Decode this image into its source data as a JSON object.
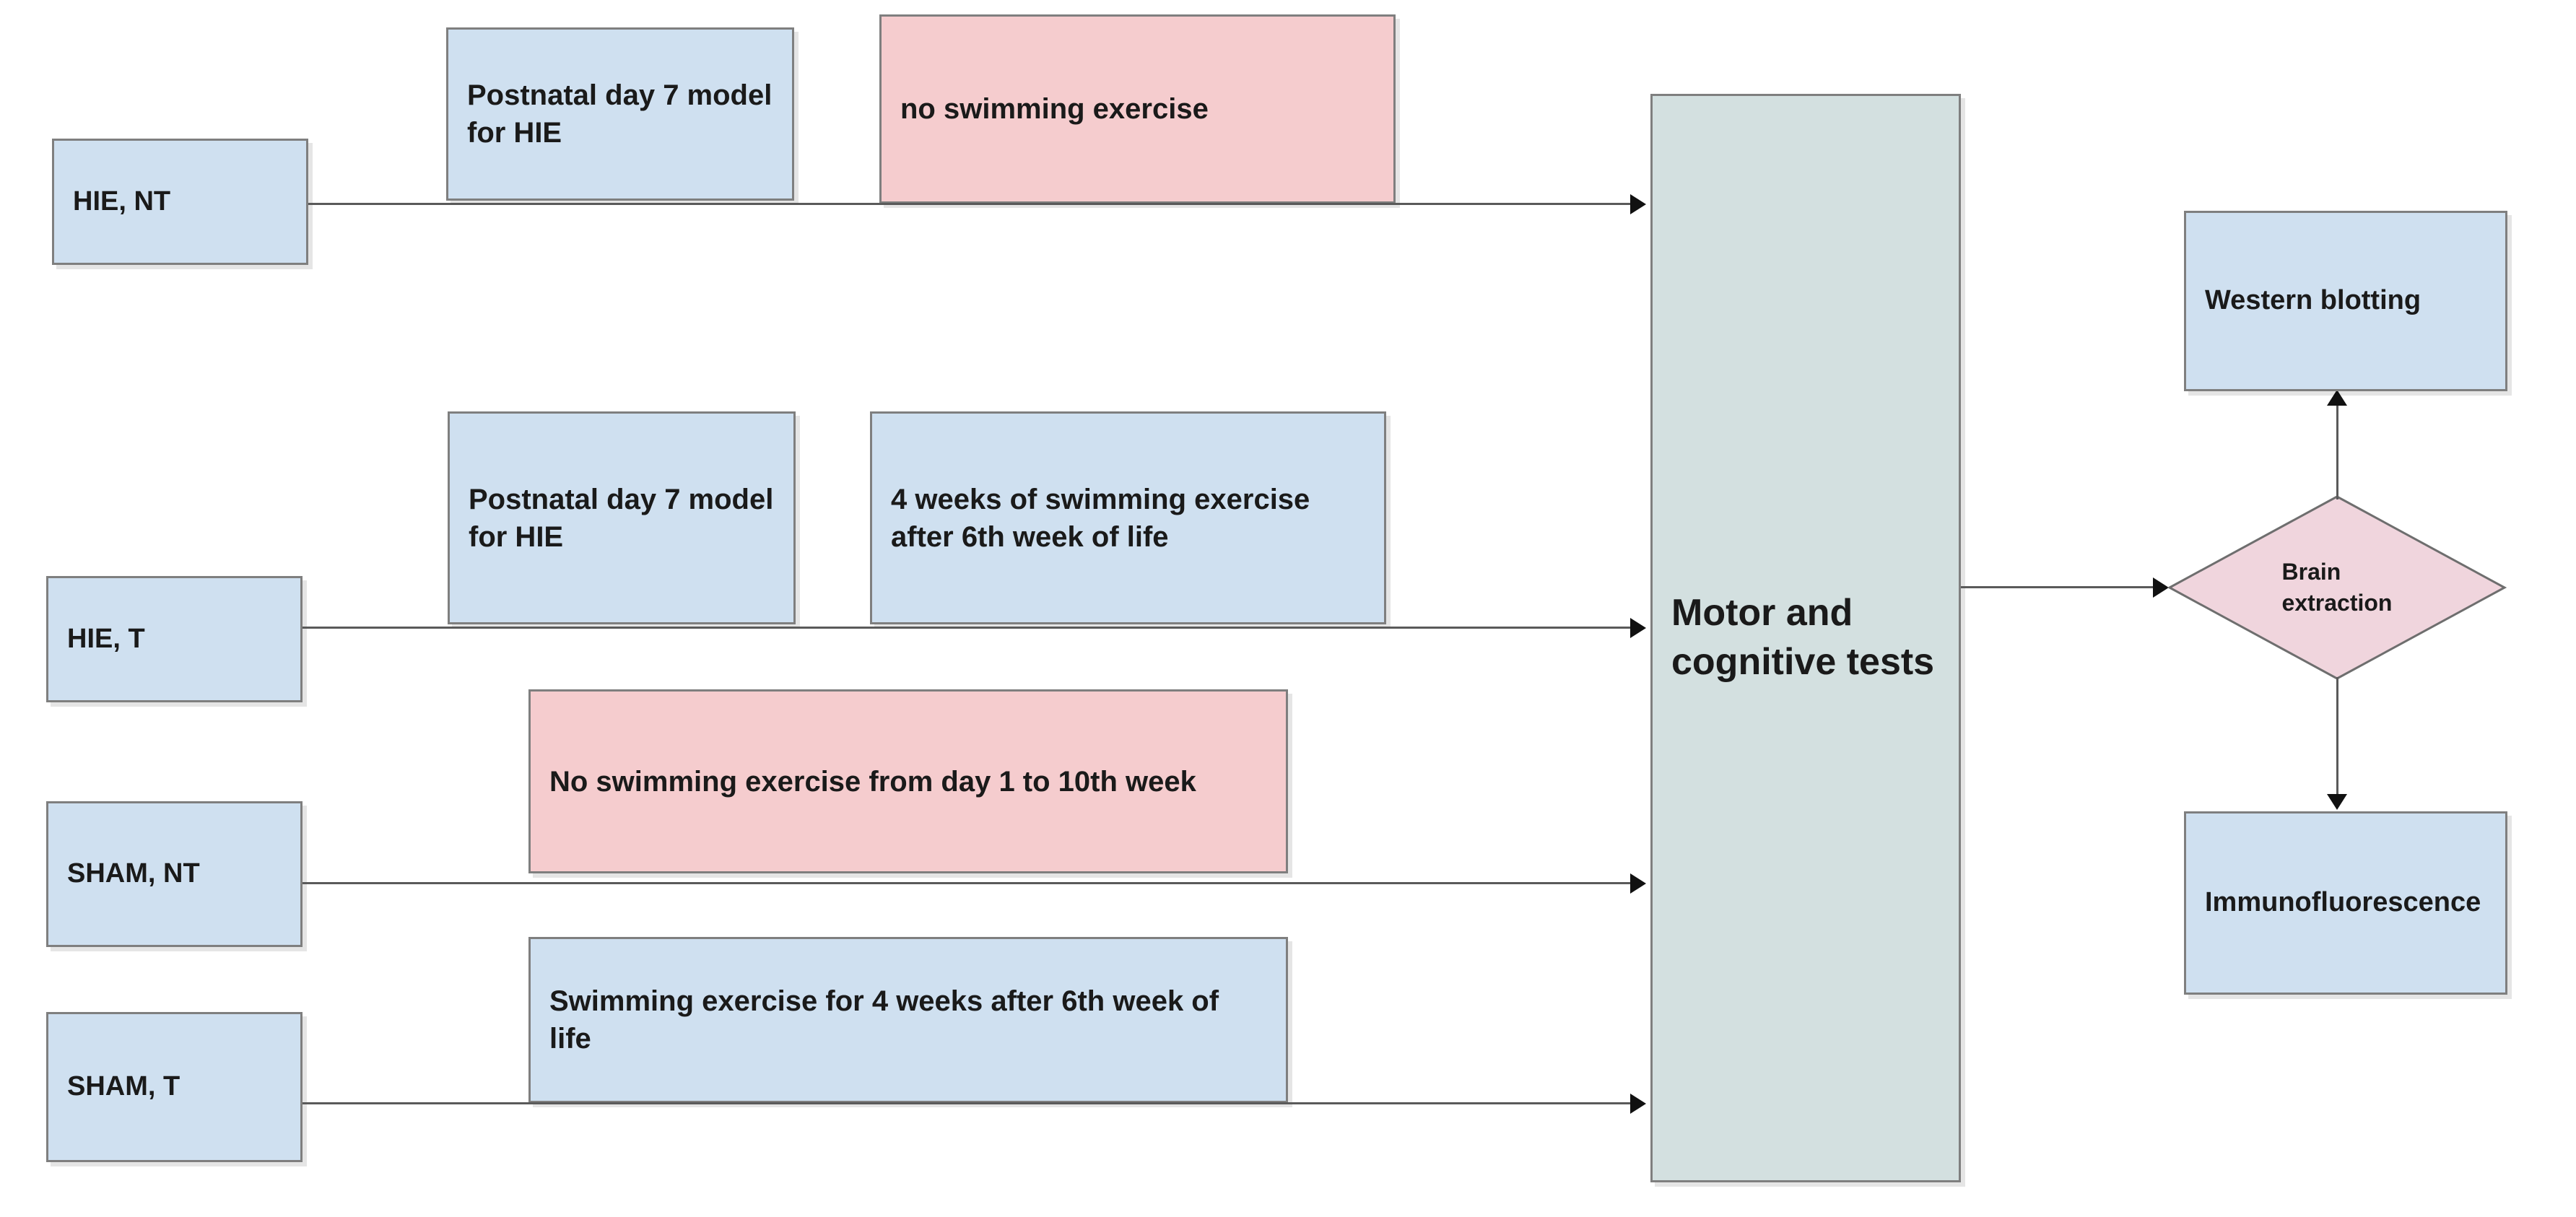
{
  "diagram": {
    "groups": [
      {
        "id": "hie-nt",
        "label": "HIE, NT"
      },
      {
        "id": "hie-t",
        "label": "HIE, T"
      },
      {
        "id": "sham-nt",
        "label": "SHAM, NT"
      },
      {
        "id": "sham-t",
        "label": "SHAM, T"
      }
    ],
    "steps": [
      {
        "id": "model-hie-nt",
        "label": "Postnatal day 7 model for HIE"
      },
      {
        "id": "no-swim-hie-nt",
        "label": "no swimming exercise"
      },
      {
        "id": "model-hie-t",
        "label": "Postnatal day 7 model for HIE"
      },
      {
        "id": "swim-hie-t",
        "label": "4 weeks of swimming exercise after 6th week of life"
      },
      {
        "id": "no-swim-sham",
        "label": "No swimming exercise from day 1 to 10th week"
      },
      {
        "id": "swim-sham-t",
        "label": " Swimming exercise for 4 weeks after 6th week of life"
      }
    ],
    "tests": {
      "label": "Motor and cognitive tests"
    },
    "decision": {
      "line1": "Brain",
      "line2": "extraction"
    },
    "outputs": [
      {
        "id": "western-blotting",
        "label": "Western blotting"
      },
      {
        "id": "immunofluorescence",
        "label": "Immunofluorescence"
      }
    ],
    "colors": {
      "blue": "#cfe0f0",
      "pink": "#f5ccce",
      "teal": "#d3e0e0",
      "border": "#7f7f7f",
      "connector": "#5a5a5a",
      "arrow": "#111111",
      "text": "#1a1a1a",
      "background": "#ffffff"
    }
  }
}
